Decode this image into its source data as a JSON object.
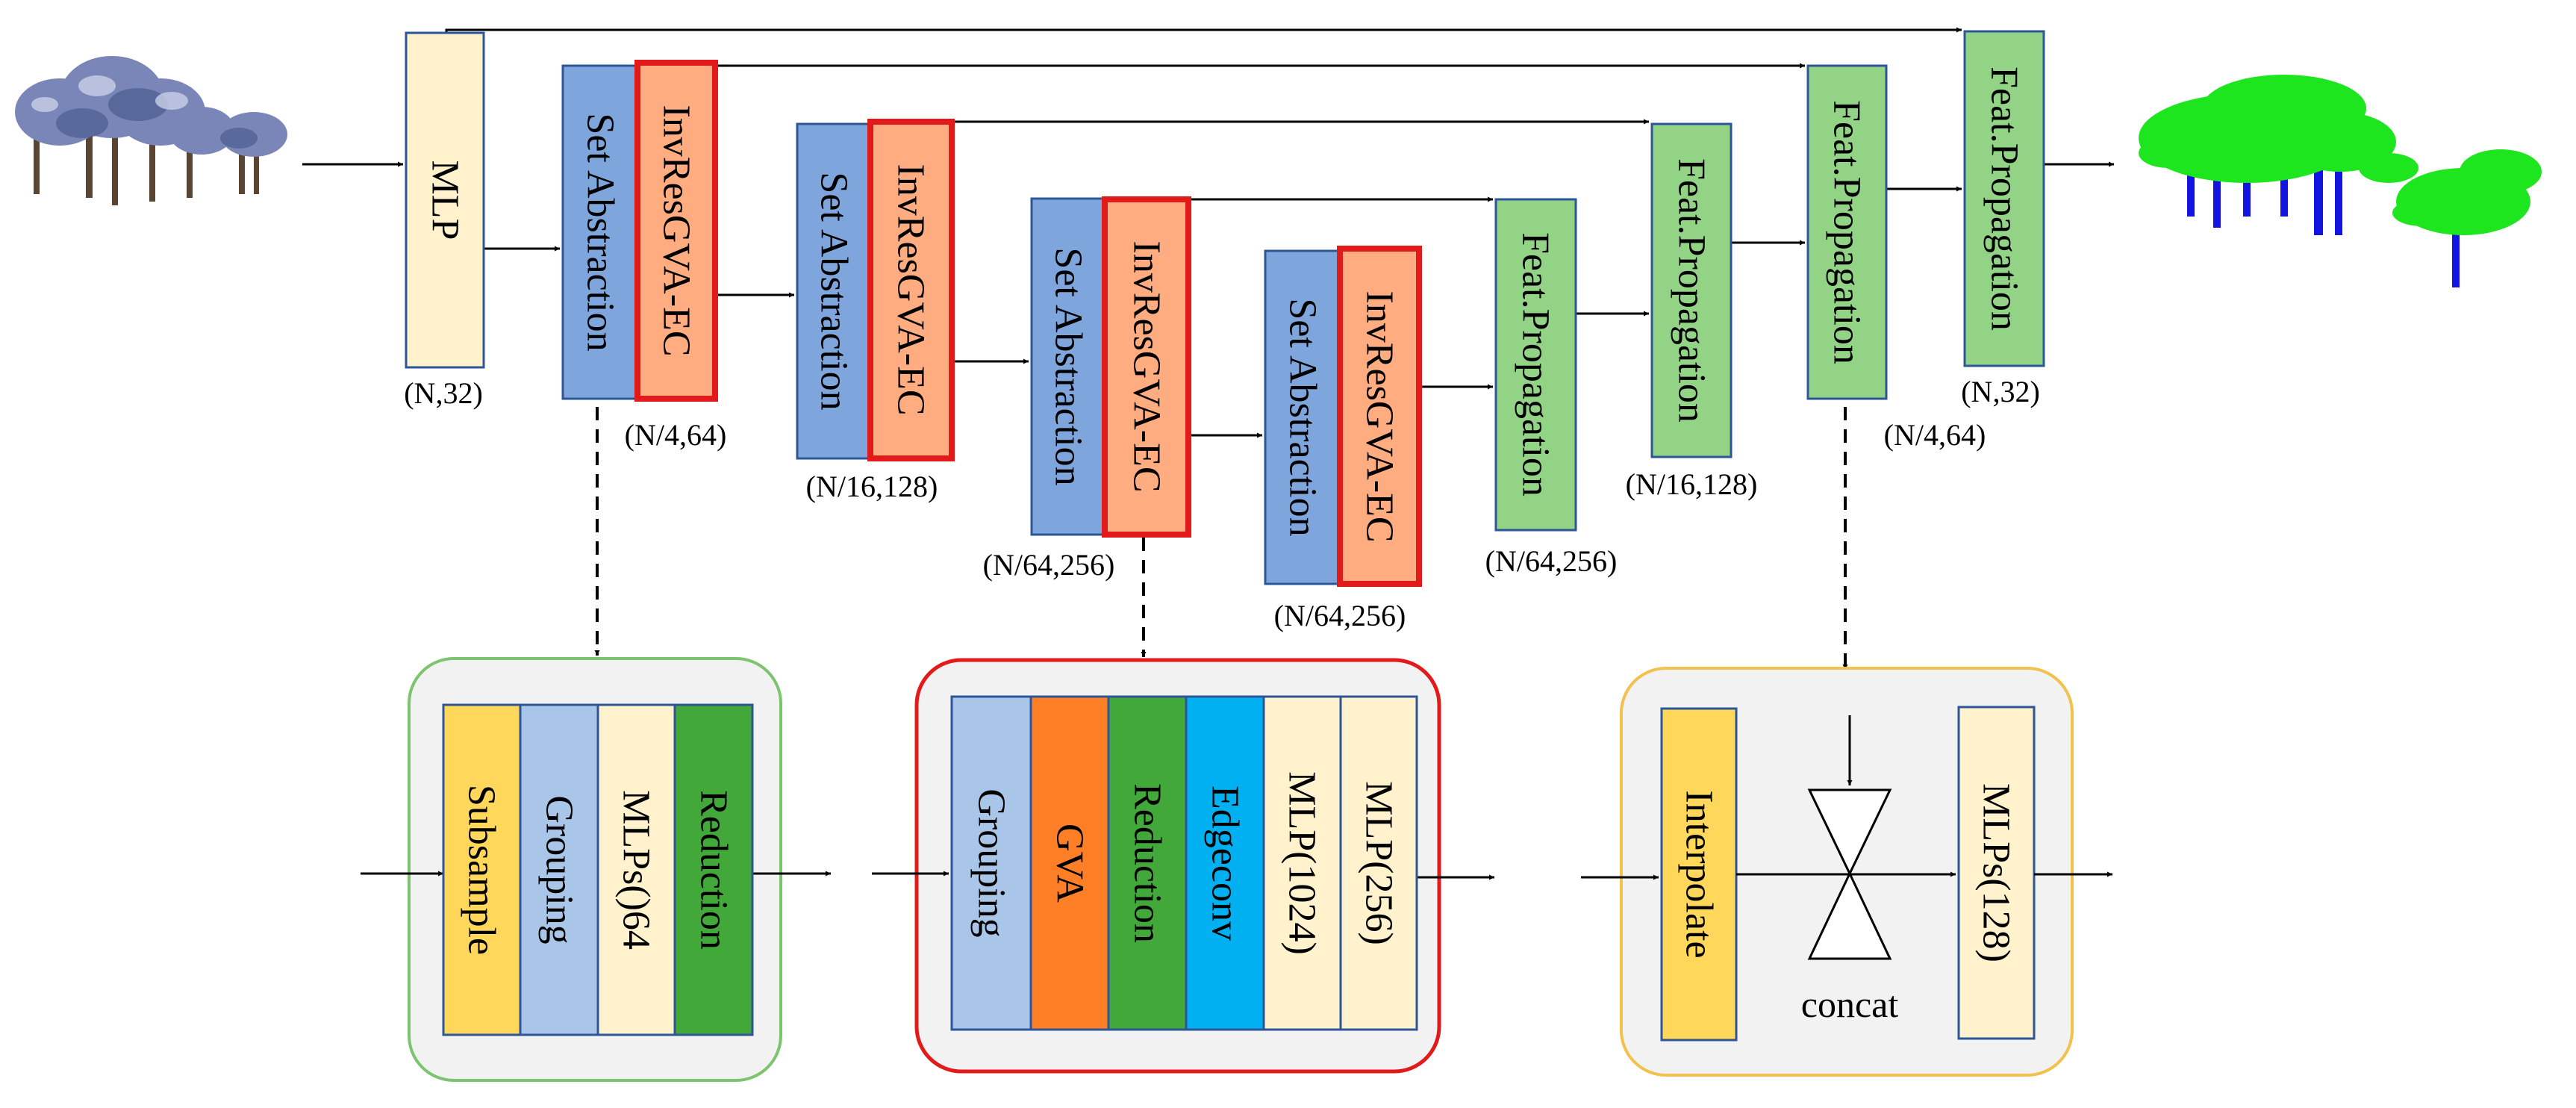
{
  "blocks": {
    "mlp": "MLP",
    "set_abstraction": "Set Abstraction",
    "invres": "InvResGVA-EC",
    "feat_prop": "Feat.Propagation"
  },
  "dims": {
    "mlp_out": "(N,32)",
    "enc1": "(N/4,64)",
    "enc2": "(N/16,128)",
    "enc3": "(N/64,256)",
    "enc4": "(N/64,256)",
    "dec1": "(N/64,256)",
    "dec2": "(N/16,128)",
    "dec3": "(N/4,64)",
    "dec4": "(N,32)"
  },
  "detail_sa": {
    "layers": [
      "Subsample",
      "Grouping",
      "MLPs()64",
      "Reduction"
    ]
  },
  "detail_invres": {
    "layers": [
      "Grouping",
      "GVA",
      "Reduction",
      "Edgeconv",
      "MLP(1024)",
      "MLP(256)"
    ]
  },
  "detail_fp": {
    "interpolate": "Interpolate",
    "mlps": "MLPs(128)",
    "concat": "concat"
  },
  "colors": {
    "mlp_fill": "#FFF2CC",
    "sa_fill": "#7EA6DC",
    "invres_fill": "#FFAD80",
    "invres_border": "#E21A1A",
    "fp_fill": "#92D386",
    "subsample": "#FFD75A",
    "grouping": "#A9C6E8",
    "cream": "#FFF2CC",
    "reduction": "#42A83A",
    "gva": "#FF7F27",
    "edgeconv": "#00B0F0",
    "green_panel_border": "#7CC56E",
    "red_panel_border": "#E21A1A",
    "yellow_panel_border": "#F2C14E"
  },
  "icons": {
    "input_cloud": "tree-point-cloud-icon",
    "output_cloud": "segmented-tree-point-cloud-icon",
    "concat": "hourglass-concat-icon"
  }
}
